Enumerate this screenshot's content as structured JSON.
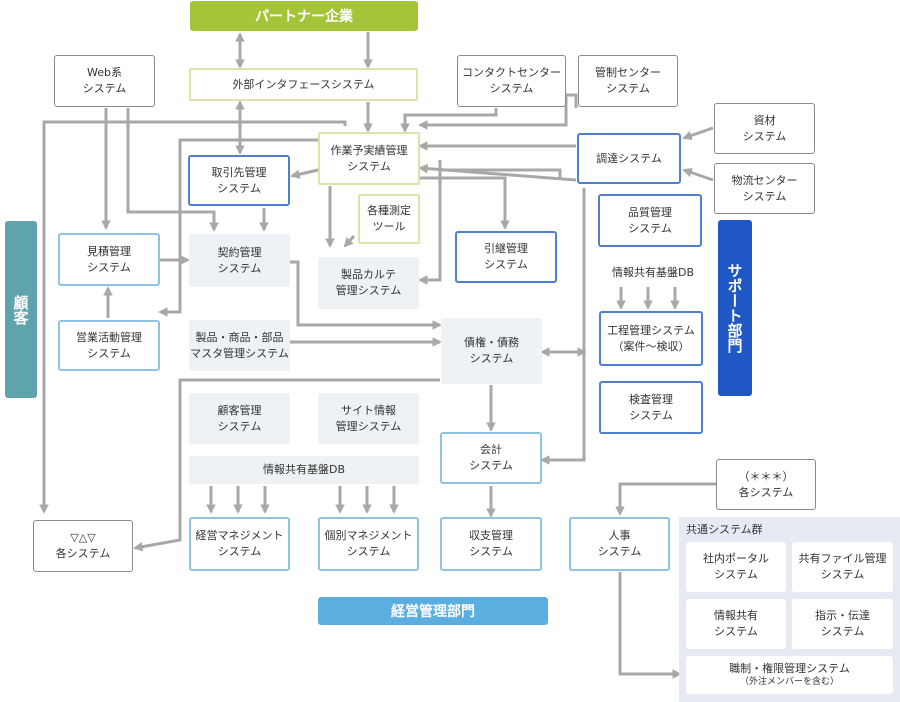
{
  "banners": {
    "partner": "パートナー企業",
    "customer": "顧客",
    "support": "サポート部門",
    "management": "経営管理部門"
  },
  "boxes": {
    "web": [
      "Web系",
      "システム"
    ],
    "gaibu": [
      "外部インタフェースシステム"
    ],
    "contact": [
      "コンタクトセンター",
      "システム"
    ],
    "kansei": [
      "管制センター",
      "システム"
    ],
    "shizai": [
      "資材",
      "システム"
    ],
    "butsuryu": [
      "物流センター",
      "システム"
    ],
    "sagyo": [
      "作業予実績管理",
      "システム"
    ],
    "torihiki": [
      "取引先管理",
      "システム"
    ],
    "chotatsu": [
      "調達システム"
    ],
    "hinshitsu": [
      "品質管理",
      "システム"
    ],
    "sokutei": [
      "各種測定",
      "ツール"
    ],
    "mitsumori": [
      "見積管理",
      "システム"
    ],
    "keiyaku": [
      "契約管理",
      "システム"
    ],
    "karte": [
      "製品カルテ",
      "管理システム"
    ],
    "hikitsugi": [
      "引継管理",
      "システム"
    ],
    "joho_db_r": [
      "情報共有基盤DB"
    ],
    "koutei": [
      "工程管理システム",
      "（案件～検収）"
    ],
    "eigyo": [
      "営業活動管理",
      "システム"
    ],
    "master": [
      "製品・商品・部品",
      "マスタ管理システム"
    ],
    "saiken": [
      "債権・債務",
      "システム"
    ],
    "kensa": [
      "検査管理",
      "システム"
    ],
    "kokyaku": [
      "顧客管理",
      "システム"
    ],
    "site": [
      "サイト情報",
      "管理システム"
    ],
    "kaikei": [
      "会計",
      "システム"
    ],
    "joho_db": [
      "情報共有基盤DB"
    ],
    "asterisk": [
      "（＊＊＊）",
      "各システム"
    ],
    "triangle": [
      "▽△▽",
      "各システム"
    ],
    "keiei_mgmt": [
      "経営マネジメント",
      "システム"
    ],
    "kobetsu": [
      "個別マネジメント",
      "システム"
    ],
    "shushi": [
      "収支管理",
      "システム"
    ],
    "jinji": [
      "人事",
      "システム"
    ],
    "kyotsu": [
      "共通システム群"
    ],
    "portal": [
      "社内ポータル",
      "システム"
    ],
    "file": [
      "共有ファイル管理",
      "システム"
    ],
    "jkyoyu": [
      "情報共有",
      "システム"
    ],
    "shiji": [
      "指示・伝達",
      "システム"
    ],
    "shokusei": [
      "職制・権限管理システム",
      "（外注メンバーを含む）"
    ]
  },
  "colors": {
    "partner_banner": "#a4c43a",
    "customer_banner": "#5fa3ad",
    "support_banner": "#1f57c4",
    "management_banner": "#5aaee0",
    "arrow": "#a8a8a8",
    "box_gray_border": "#8a8a8a",
    "box_dark_blue_border": "#4f7fce",
    "box_light_blue_border": "#8fc3df",
    "box_light_green_border": "#d6e8a8",
    "panel_background": "#e6ebf3",
    "pale_box_background": "#eef2f5"
  }
}
